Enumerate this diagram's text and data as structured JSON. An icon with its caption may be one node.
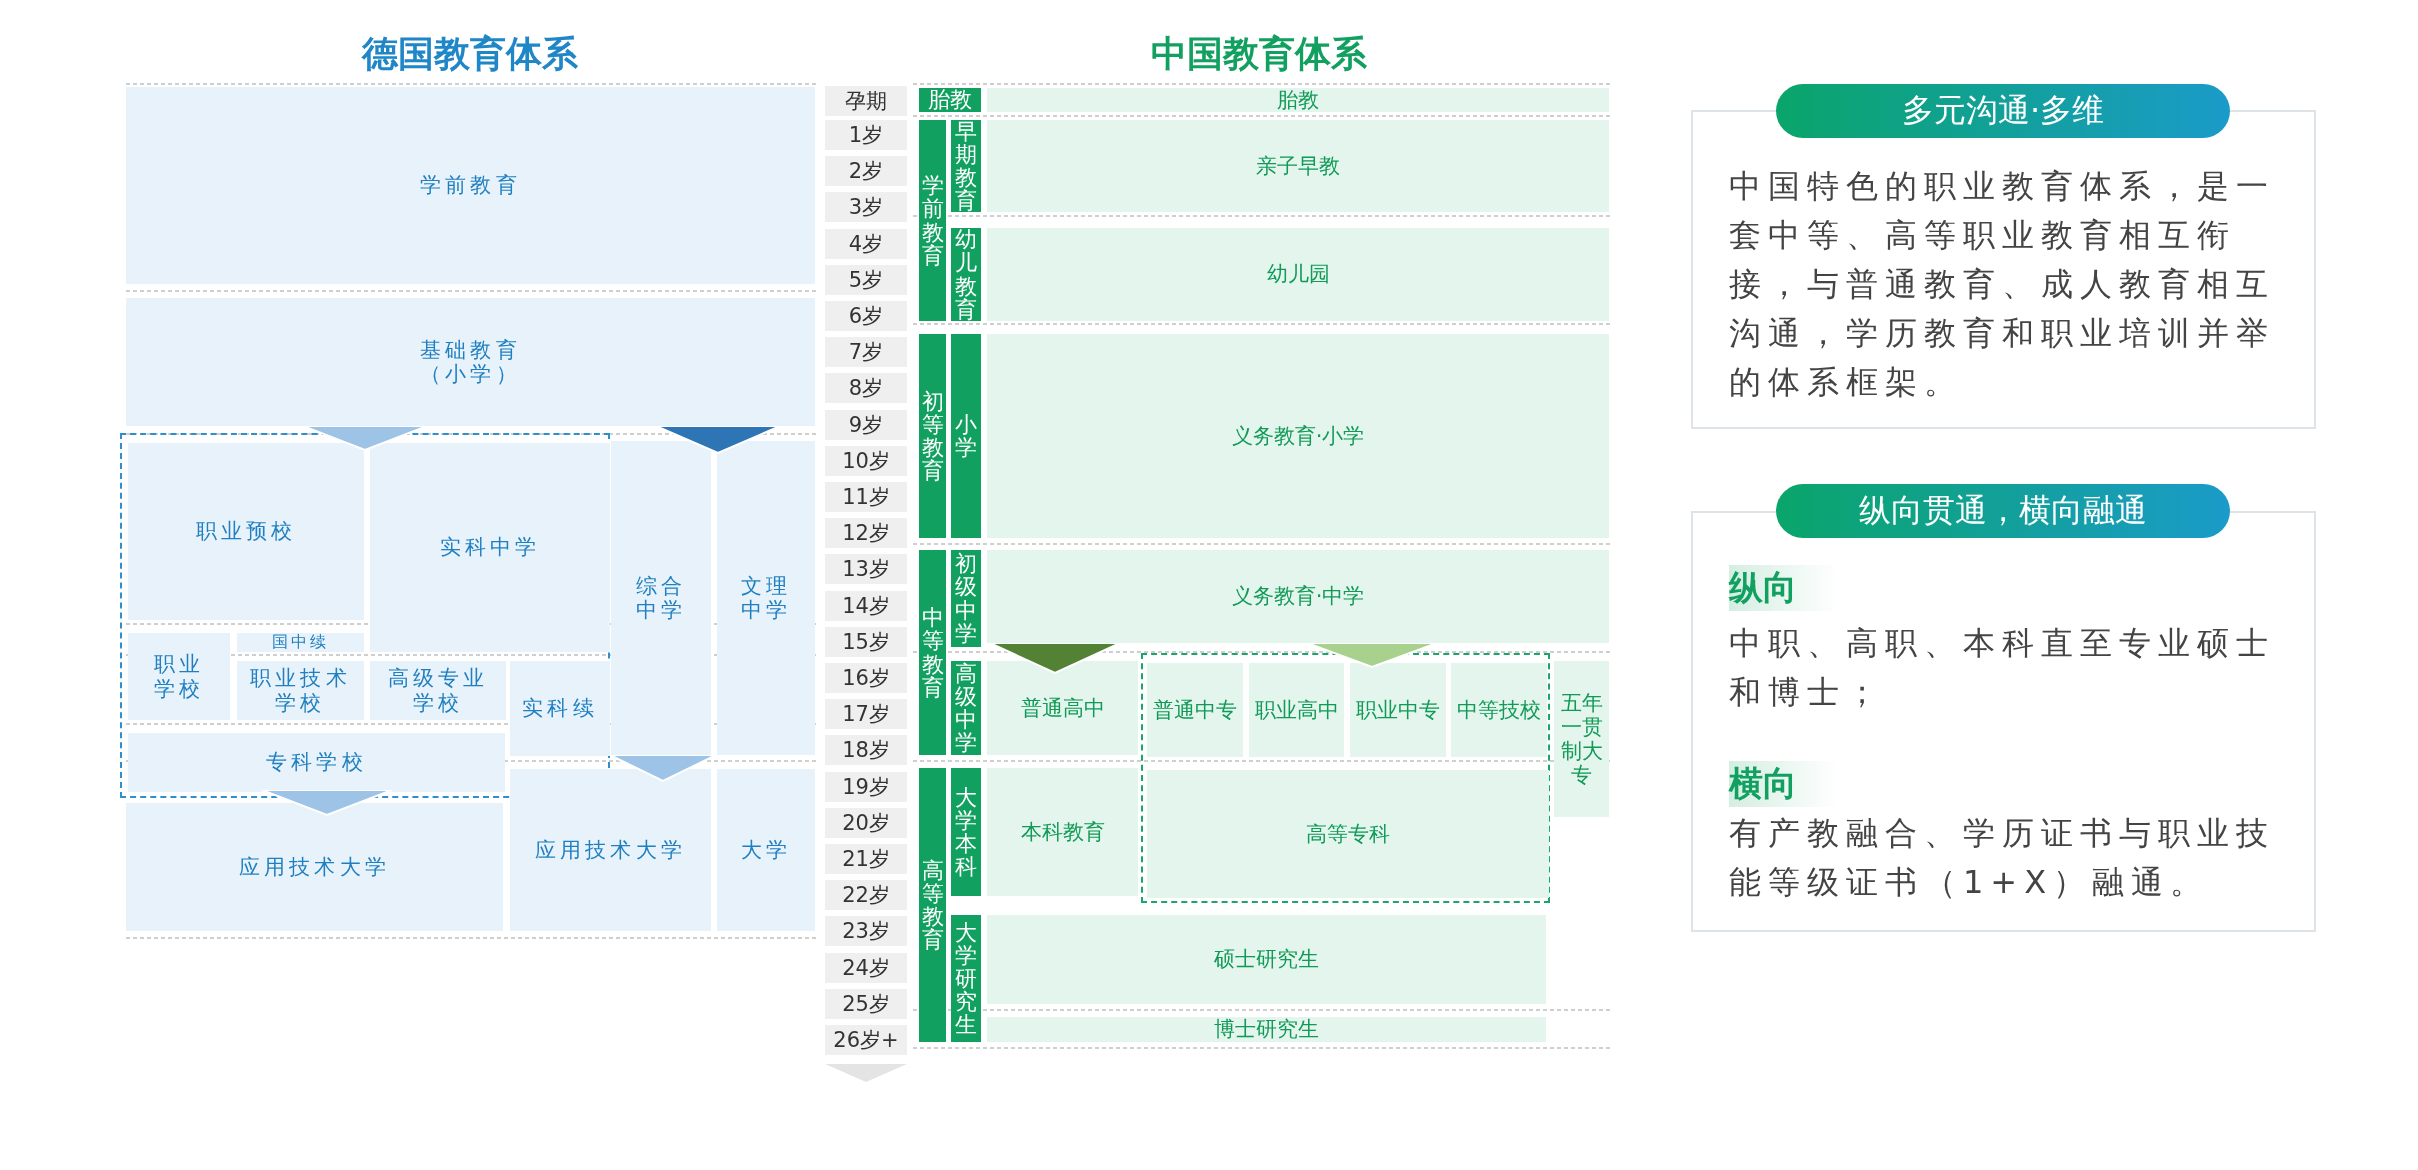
{
  "diagram": {
    "nodes": [
      {
        "text": [
          "学前教育"
        ]
      },
      {
        "text": [
          "基础教育（小学）"
        ]
      },
      {
        "text": [],
        "shape": "box"
      },
      {
        "text": [
          "职业预校"
        ],
        "in": 2
      },
      {
        "text": [
          "实科中学"
        ],
        "in": 2
      },
      {
        "text": [
          "综合中学"
        ]
      },
      {
        "text": [
          "文理中学"
        ]
      },
      {
        "text": [
          "职业学校"
        ],
        "in": 2
      },
      {
        "text": [
          "国中续"
        ],
        "in": 2
      },
      {
        "text": [
          "职业技术学校"
        ],
        "in": 2
      },
      {
        "text": [
          "高级专业学校"
        ],
        "in": 2
      },
      {
        "text": [
          "实科续"
        ],
        "in": 2
      },
      {
        "text": [
          "专科学校"
        ],
        "in": 2
      },
      {
        "text": [
          "应用技术大学"
        ]
      },
      {
        "text": [
          "应用技术大学"
        ]
      },
      {
        "text": [
          "大学"
        ]
      },
      {
        "text": [
          "孕期"
        ]
      },
      {
        "text": [
          "1岁"
        ]
      },
      {
        "text": [
          "2岁"
        ]
      },
      {
        "text": [
          "3岁"
        ]
      },
      {
        "text": [
          "4岁"
        ]
      },
      {
        "text": [
          "5岁"
        ]
      },
      {
        "text": [
          "6岁"
        ]
      },
      {
        "text": [
          "7岁"
        ]
      },
      {
        "text": [
          "8岁"
        ]
      },
      {
        "text": [
          "9岁"
        ]
      },
      {
        "text": [
          "10岁"
        ]
      },
      {
        "text": [
          "11岁"
        ]
      },
      {
        "text": [
          "12岁"
        ]
      },
      {
        "text": [
          "13岁"
        ]
      },
      {
        "text": [
          "14岁"
        ]
      },
      {
        "text": [
          "15岁"
        ]
      },
      {
        "text": [
          "16岁"
        ]
      },
      {
        "text": [
          "17岁"
        ]
      },
      {
        "text": [
          "18岁"
        ]
      },
      {
        "text": [
          "19岁"
        ]
      },
      {
        "text": [
          "20岁"
        ]
      },
      {
        "text": [
          "21岁"
        ]
      },
      {
        "text": [
          "22岁"
        ]
      },
      {
        "text": [
          "23岁"
        ]
      },
      {
        "text": [
          "24岁"
        ]
      },
      {
        "text": [
          "25岁"
        ]
      },
      {
        "text": [
          "26岁+"
        ]
      },
      {
        "text": [
          "胎教"
        ]
      },
      {
        "text": [
          "胎教"
        ]
      },
      {
        "text": [
          "学前教育"
        ]
      },
      {
        "text": [
          "早期教育"
        ]
      },
      {
        "text": [
          "亲子早教"
        ]
      },
      {
        "text": [
          "幼儿教育"
        ]
      },
      {
        "text": [
          "幼儿园"
        ]
      },
      {
        "text": [
          "初等教育"
        ]
      },
      {
        "text": [
          "小学"
        ]
      },
      {
        "text": [
          "义务教育·小学"
        ]
      },
      {
        "text": [
          "中等教育"
        ]
      },
      {
        "text": [
          "初级中学"
        ]
      },
      {
        "text": [
          "义务教育·中学"
        ]
      },
      {
        "text": [
          "高级中学"
        ]
      },
      {
        "text": [
          "普通高中"
        ]
      },
      {
        "text": [],
        "shape": "box"
      },
      {
        "text": [
          "普通中专"
        ],
        "in": 58
      },
      {
        "text": [
          "职业高中"
        ],
        "in": 58
      },
      {
        "text": [
          "职业中专"
        ],
        "in": 58
      },
      {
        "text": [
          "中等技校"
        ],
        "in": 58
      },
      {
        "text": [
          "五年一贯制大专"
        ]
      },
      {
        "text": [
          "高等教育"
        ]
      },
      {
        "text": [
          "大学本科"
        ]
      },
      {
        "text": [
          "本科教育"
        ]
      },
      {
        "text": [
          "高等专科"
        ],
        "in": 58
      },
      {
        "text": [
          "大学研究生"
        ]
      },
      {
        "text": [
          "硕士研究生"
        ]
      },
      {
        "text": [
          "博士研究生"
        ]
      },
      {
        "text": [
          "多元沟通·多维"
        ]
      },
      {
        "text": [
          "中国特色的职业教育体系，是一套中等、高等职业教育相互衔接，与普通教育、成人教育相互沟通，学历教育和职业培训并举的体系框架。"
        ]
      },
      {
        "text": [
          "纵向贯通，横向融通"
        ]
      },
      {
        "text": [
          "纵向",
          "中职、高职、本科直至专业硕士和博士；",
          "横向",
          "有产教融合、学历证书与职业技能等级证书（1+X）融通。"
        ]
      }
    ],
    "edges": [
      {
        "from": 1,
        "to": 2,
        "arrow": "to",
        "color": "#9dc3e6"
      },
      {
        "from": 1,
        "to": 5,
        "arrow": "to",
        "color": "#2e75b6"
      },
      {
        "from": 1,
        "to": 6,
        "arrow": "to",
        "color": "#2e75b6"
      },
      {
        "from": 5,
        "to": 14,
        "arrow": "to",
        "color": "#9dc3e6"
      },
      {
        "from": 12,
        "to": 13,
        "arrow": "to",
        "color": "#9dc3e6"
      },
      {
        "from": 55,
        "to": 57,
        "arrow": "to",
        "color": "#548235"
      },
      {
        "from": 55,
        "to": 58,
        "arrow": "to",
        "color": "#a9d18e"
      }
    ],
    "labels": [
      "德国教育体系",
      "中国教育体系"
    ]
  }
}
